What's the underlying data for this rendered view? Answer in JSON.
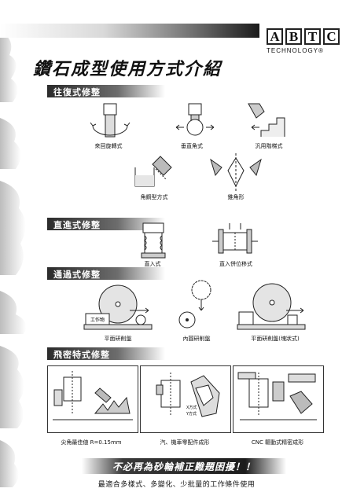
{
  "logo": {
    "letters": [
      "A",
      "B",
      "T",
      "C"
    ],
    "subtitle": "TECHNOLOGY®"
  },
  "title": "鑽石成型使用方式介紹",
  "sections": {
    "reciprocating": {
      "heading": "往復式修整",
      "captions": [
        "來回旋轉式",
        "垂直角式",
        "汎用階梯式",
        "角鋼型方式",
        "錐角形"
      ]
    },
    "plunge": {
      "heading": "直進式修整",
      "captions": [
        "直入式",
        "直入併位移式"
      ]
    },
    "traverse": {
      "heading": "通過式修整",
      "captions": [
        "平面研削盤",
        "內圓研削盤",
        "平面研削盤(塊狀式)"
      ],
      "workpiece_label": "工作物"
    },
    "precision": {
      "heading": "飛密特式修整",
      "captions": [
        "尖角最佳値 R=0.15mm",
        "汽、機車零配件成形",
        "CNC 驅動式精密成形"
      ],
      "inner_labels": [
        "X方式",
        "Y方式"
      ]
    }
  },
  "banner": "不必再為砂輪補正難題困擾！！",
  "tagline": "最適合多樣式、多變化、少批量的工作條件使用"
}
